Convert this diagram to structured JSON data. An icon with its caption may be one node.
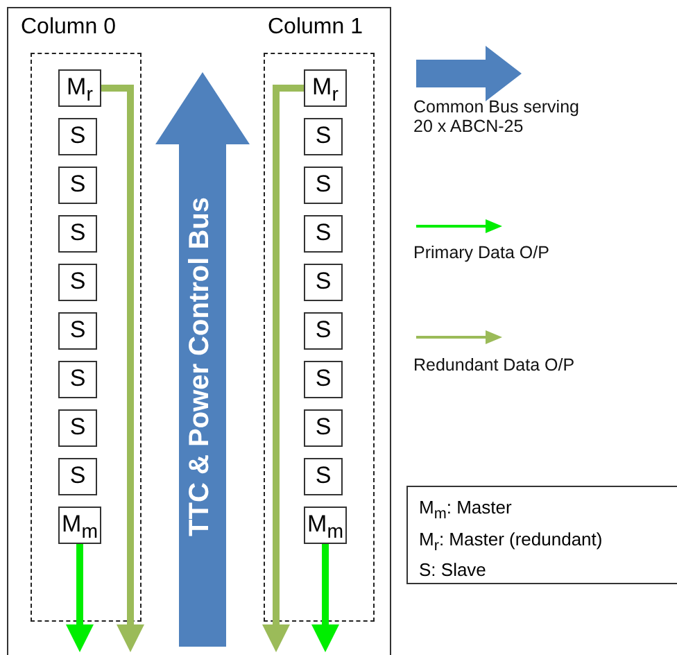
{
  "diagram": {
    "nodes": [
      {
        "text": [
          "Column 0"
        ]
      },
      {
        "text": [
          "M$_{r}$"
        ],
        "in": 0
      },
      {
        "text": [
          "S"
        ],
        "in": 0
      },
      {
        "text": [
          "S"
        ],
        "in": 0
      },
      {
        "text": [
          "S"
        ],
        "in": 0
      },
      {
        "text": [
          "S"
        ],
        "in": 0
      },
      {
        "text": [
          "S"
        ],
        "in": 0
      },
      {
        "text": [
          "S"
        ],
        "in": 0
      },
      {
        "text": [
          "S"
        ],
        "in": 0
      },
      {
        "text": [
          "S"
        ],
        "in": 0
      },
      {
        "text": [
          "M$_{m}$"
        ],
        "in": 0
      },
      {
        "text": [
          "Column 1"
        ]
      },
      {
        "text": [
          "M$_{r}$"
        ],
        "in": 11
      },
      {
        "text": [
          "S"
        ],
        "in": 11
      },
      {
        "text": [
          "S"
        ],
        "in": 11
      },
      {
        "text": [
          "S"
        ],
        "in": 11
      },
      {
        "text": [
          "S"
        ],
        "in": 11
      },
      {
        "text": [
          "S"
        ],
        "in": 11
      },
      {
        "text": [
          "S"
        ],
        "in": 11
      },
      {
        "text": [
          "S"
        ],
        "in": 11
      },
      {
        "text": [
          "S"
        ],
        "in": 11
      },
      {
        "text": [
          "M$_{m}$"
        ],
        "in": 11
      },
      {
        "text": [
          "TTC & Power Control Bus"
        ]
      },
      {
        "text": [
          "M$_{m}$: Master",
          "M$_{r}$: Master (redundant)",
          "S: Slave"
        ]
      }
    ],
    "edges": [
      {
        "from": 1,
        "to": null,
        "arrow": "to",
        "color": "#9bbb59"
      },
      {
        "from": 10,
        "to": null,
        "arrow": "to",
        "color": "#00ee00"
      },
      {
        "from": 12,
        "to": null,
        "arrow": "to",
        "color": "#9bbb59"
      },
      {
        "from": 21,
        "to": null,
        "arrow": "to",
        "color": "#00ee00"
      }
    ],
    "legend": [
      {
        "text": "Common Bus serving 20 x ABCN-25"
      },
      {
        "text": "Primary Data O/P"
      },
      {
        "text": "Redundant Data O/P"
      }
    ]
  }
}
